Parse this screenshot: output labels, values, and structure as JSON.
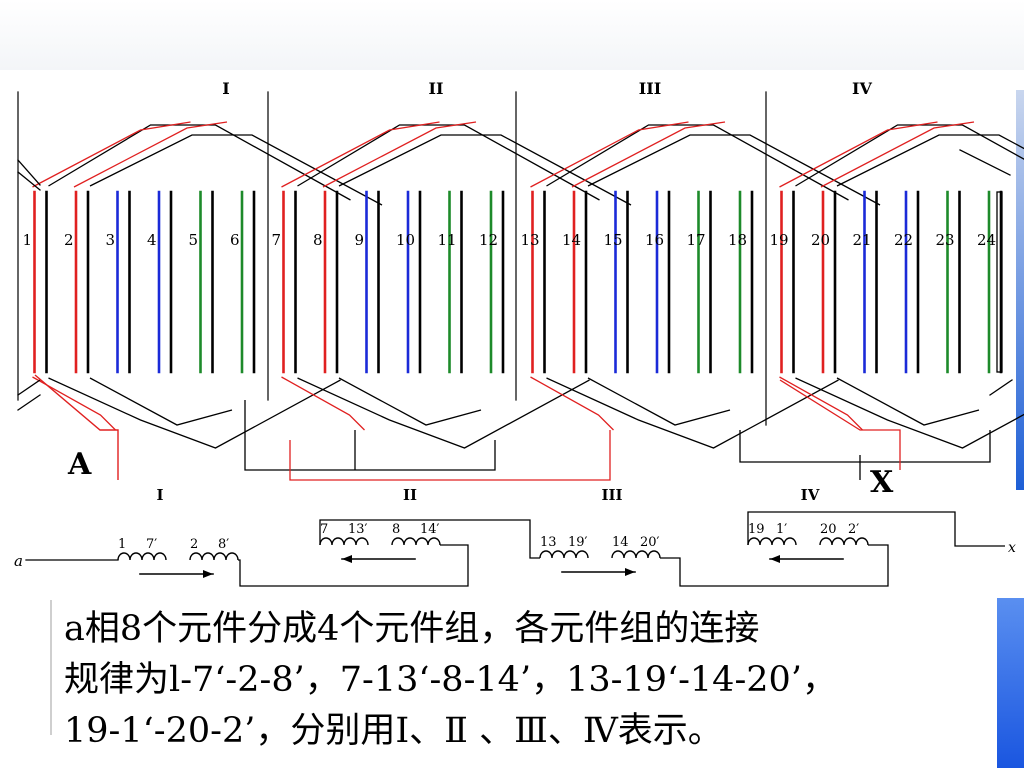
{
  "winding_diagram": {
    "group_labels": [
      "I",
      "II",
      "III",
      "IV"
    ],
    "slot_numbers": [
      "1",
      "2",
      "3",
      "4",
      "5",
      "6",
      "7",
      "8",
      "9",
      "10",
      "11",
      "12",
      "13",
      "14",
      "15",
      "16",
      "17",
      "18",
      "19",
      "20",
      "21",
      "22",
      "23",
      "24"
    ],
    "end_labels": {
      "start": "A",
      "end": "X"
    }
  },
  "connection_diagram": {
    "phase_start": "a",
    "phase_end": "x",
    "groups": [
      {
        "roman": "I",
        "coil_labels": [
          "1",
          "7′",
          "2",
          "8′"
        ]
      },
      {
        "roman": "II",
        "coil_labels": [
          "7",
          "13′",
          "8",
          "14′"
        ]
      },
      {
        "roman": "III",
        "coil_labels": [
          "13",
          "19′",
          "14",
          "20′"
        ]
      },
      {
        "roman": "IV",
        "coil_labels": [
          "19",
          "1′",
          "20",
          "2′"
        ]
      }
    ]
  },
  "caption": {
    "line1": "a相8个元件分成4个元件组，各元件组的连接",
    "line2": "规律为l-7‘-2-8’，7-13‘-8-14’，13-19‘-14-20’，",
    "line3": "19-1‘-20-2’，分别用Ⅰ、Ⅱ 、Ⅲ、Ⅳ表示。"
  },
  "colors": {
    "red_coil": "#e02020",
    "black_coil": "#000000",
    "blue_coil": "#1a2ad8",
    "green_coil": "#1d8a2a",
    "accent_bar": "#1e5fd6"
  }
}
